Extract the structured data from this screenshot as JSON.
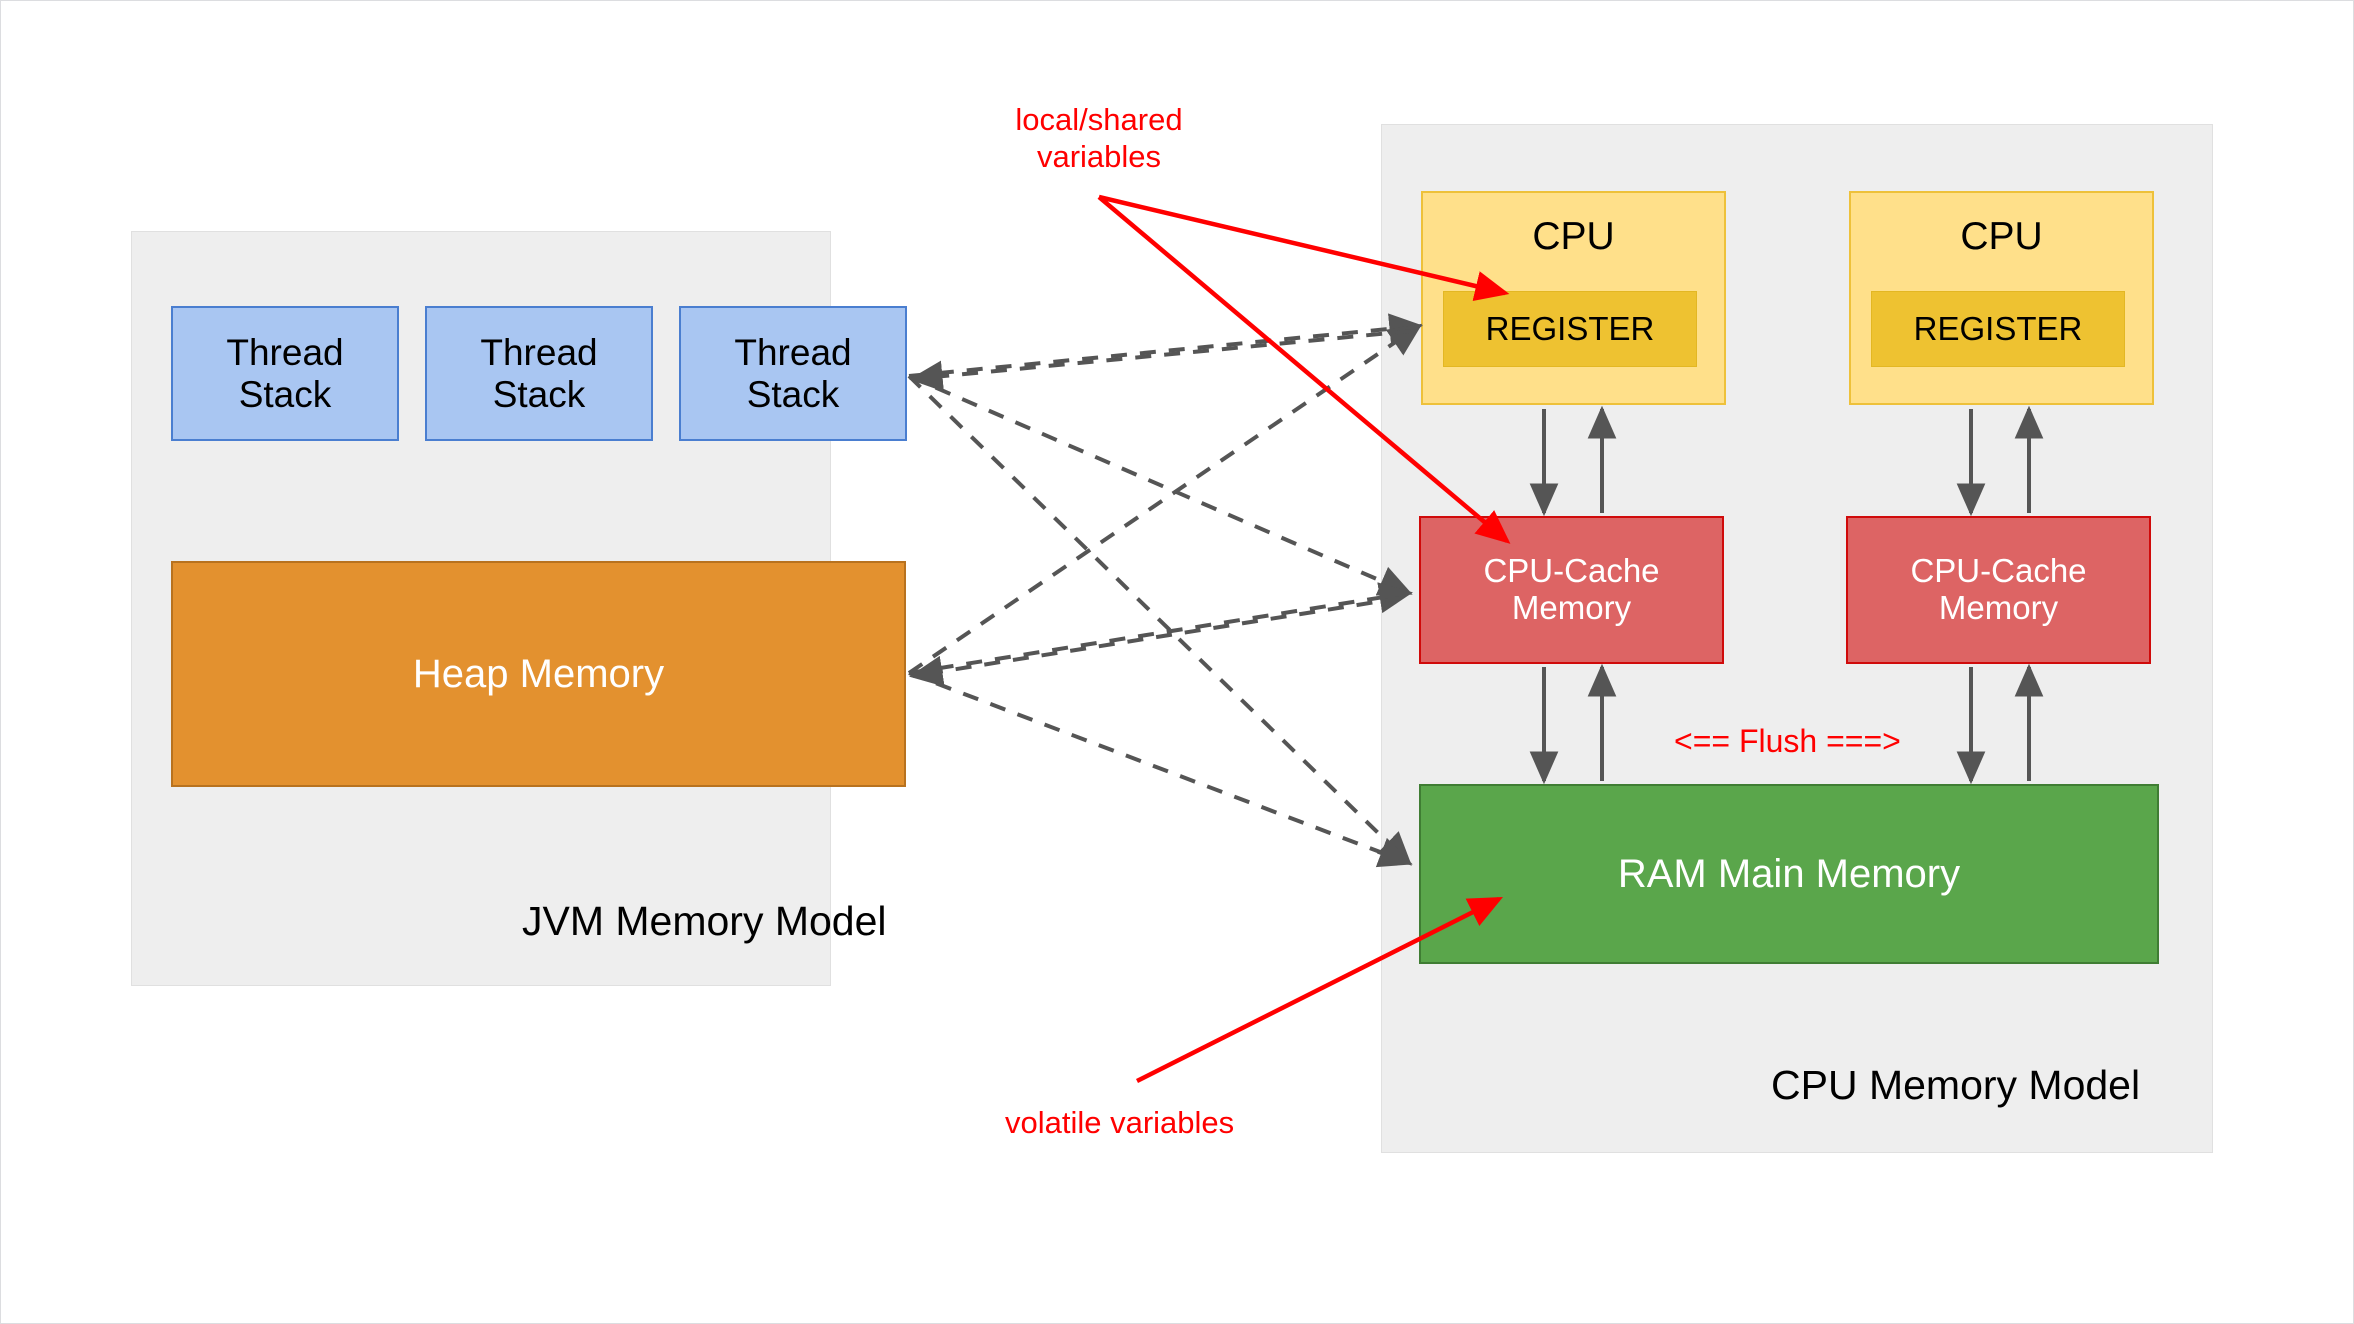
{
  "diagram": {
    "title_jvm": "JVM Memory Model",
    "title_cpu": "CPU Memory Model",
    "jvm_panel": {
      "label": "JVM Memory Model",
      "thread_stacks": [
        {
          "label": "Thread\nStack"
        },
        {
          "label": "Thread\nStack"
        },
        {
          "label": "Thread\nStack"
        }
      ],
      "heap": {
        "label": "Heap Memory"
      }
    },
    "cpu_panel": {
      "label": "CPU Memory Model",
      "cpus": [
        {
          "label": "CPU",
          "register": "REGISTER",
          "cache": "CPU-Cache\nMemory"
        },
        {
          "label": "CPU",
          "register": "REGISTER",
          "cache": "CPU-Cache\nMemory"
        }
      ],
      "ram": {
        "label": "RAM Main Memory"
      },
      "flush_label": "<== Flush ===>"
    },
    "annotations": [
      {
        "name": "local-shared-variables",
        "text": "local/shared\nvariables"
      },
      {
        "name": "volatile-variables",
        "text": "volatile variables"
      }
    ],
    "colors": {
      "thread_stack_fill": "#a9c6f2",
      "thread_stack_stroke": "#4a7ed0",
      "heap_fill": "#e3912f",
      "heap_stroke": "#b8721f",
      "cpu_fill": "#ffe08a",
      "cpu_stroke": "#eec13a",
      "register_fill": "#eec231",
      "cache_fill": "#dd6464",
      "cache_stroke": "#d00a0a",
      "ram_fill": "#5aa64b",
      "ram_stroke": "#3f7d33",
      "panel_fill": "#eeeeee",
      "annotation_red": "#ff0000",
      "arrow_gray": "#555555"
    }
  }
}
